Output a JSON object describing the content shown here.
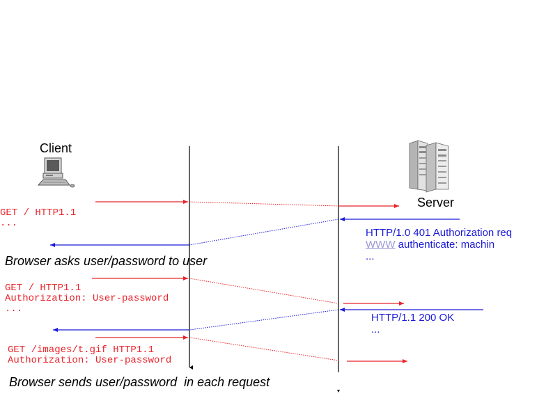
{
  "actors": {
    "client_label": "Client",
    "server_label": "Server",
    "client_icon": "desktop-computer-icon",
    "server_icon": "server-rack-icon"
  },
  "colors": {
    "request": "#e8242b",
    "response": "#1a1ad6",
    "lifeline": "#000000"
  },
  "messages": {
    "req1": {
      "line1": "GET / HTTP1.1",
      "line2": "..."
    },
    "resp1": {
      "line1": "HTTP/1.0 401 Authorization req",
      "www": "WWW",
      "line2_rest": " authenticate: machin",
      "line3": "..."
    },
    "note1": "Browser asks user/password to user",
    "req2": {
      "line1": "GET / HTTP1.1",
      "line2": "Authorization: User-password",
      "line3": "..."
    },
    "resp2": {
      "line1": "HTTP/1.1 200 OK",
      "line2": "..."
    },
    "req3": {
      "line1": "GET /images/t.gif HTTP1.1",
      "line2": "Authorization: User-password"
    },
    "note2": "Browser sends user/password  in each request"
  }
}
